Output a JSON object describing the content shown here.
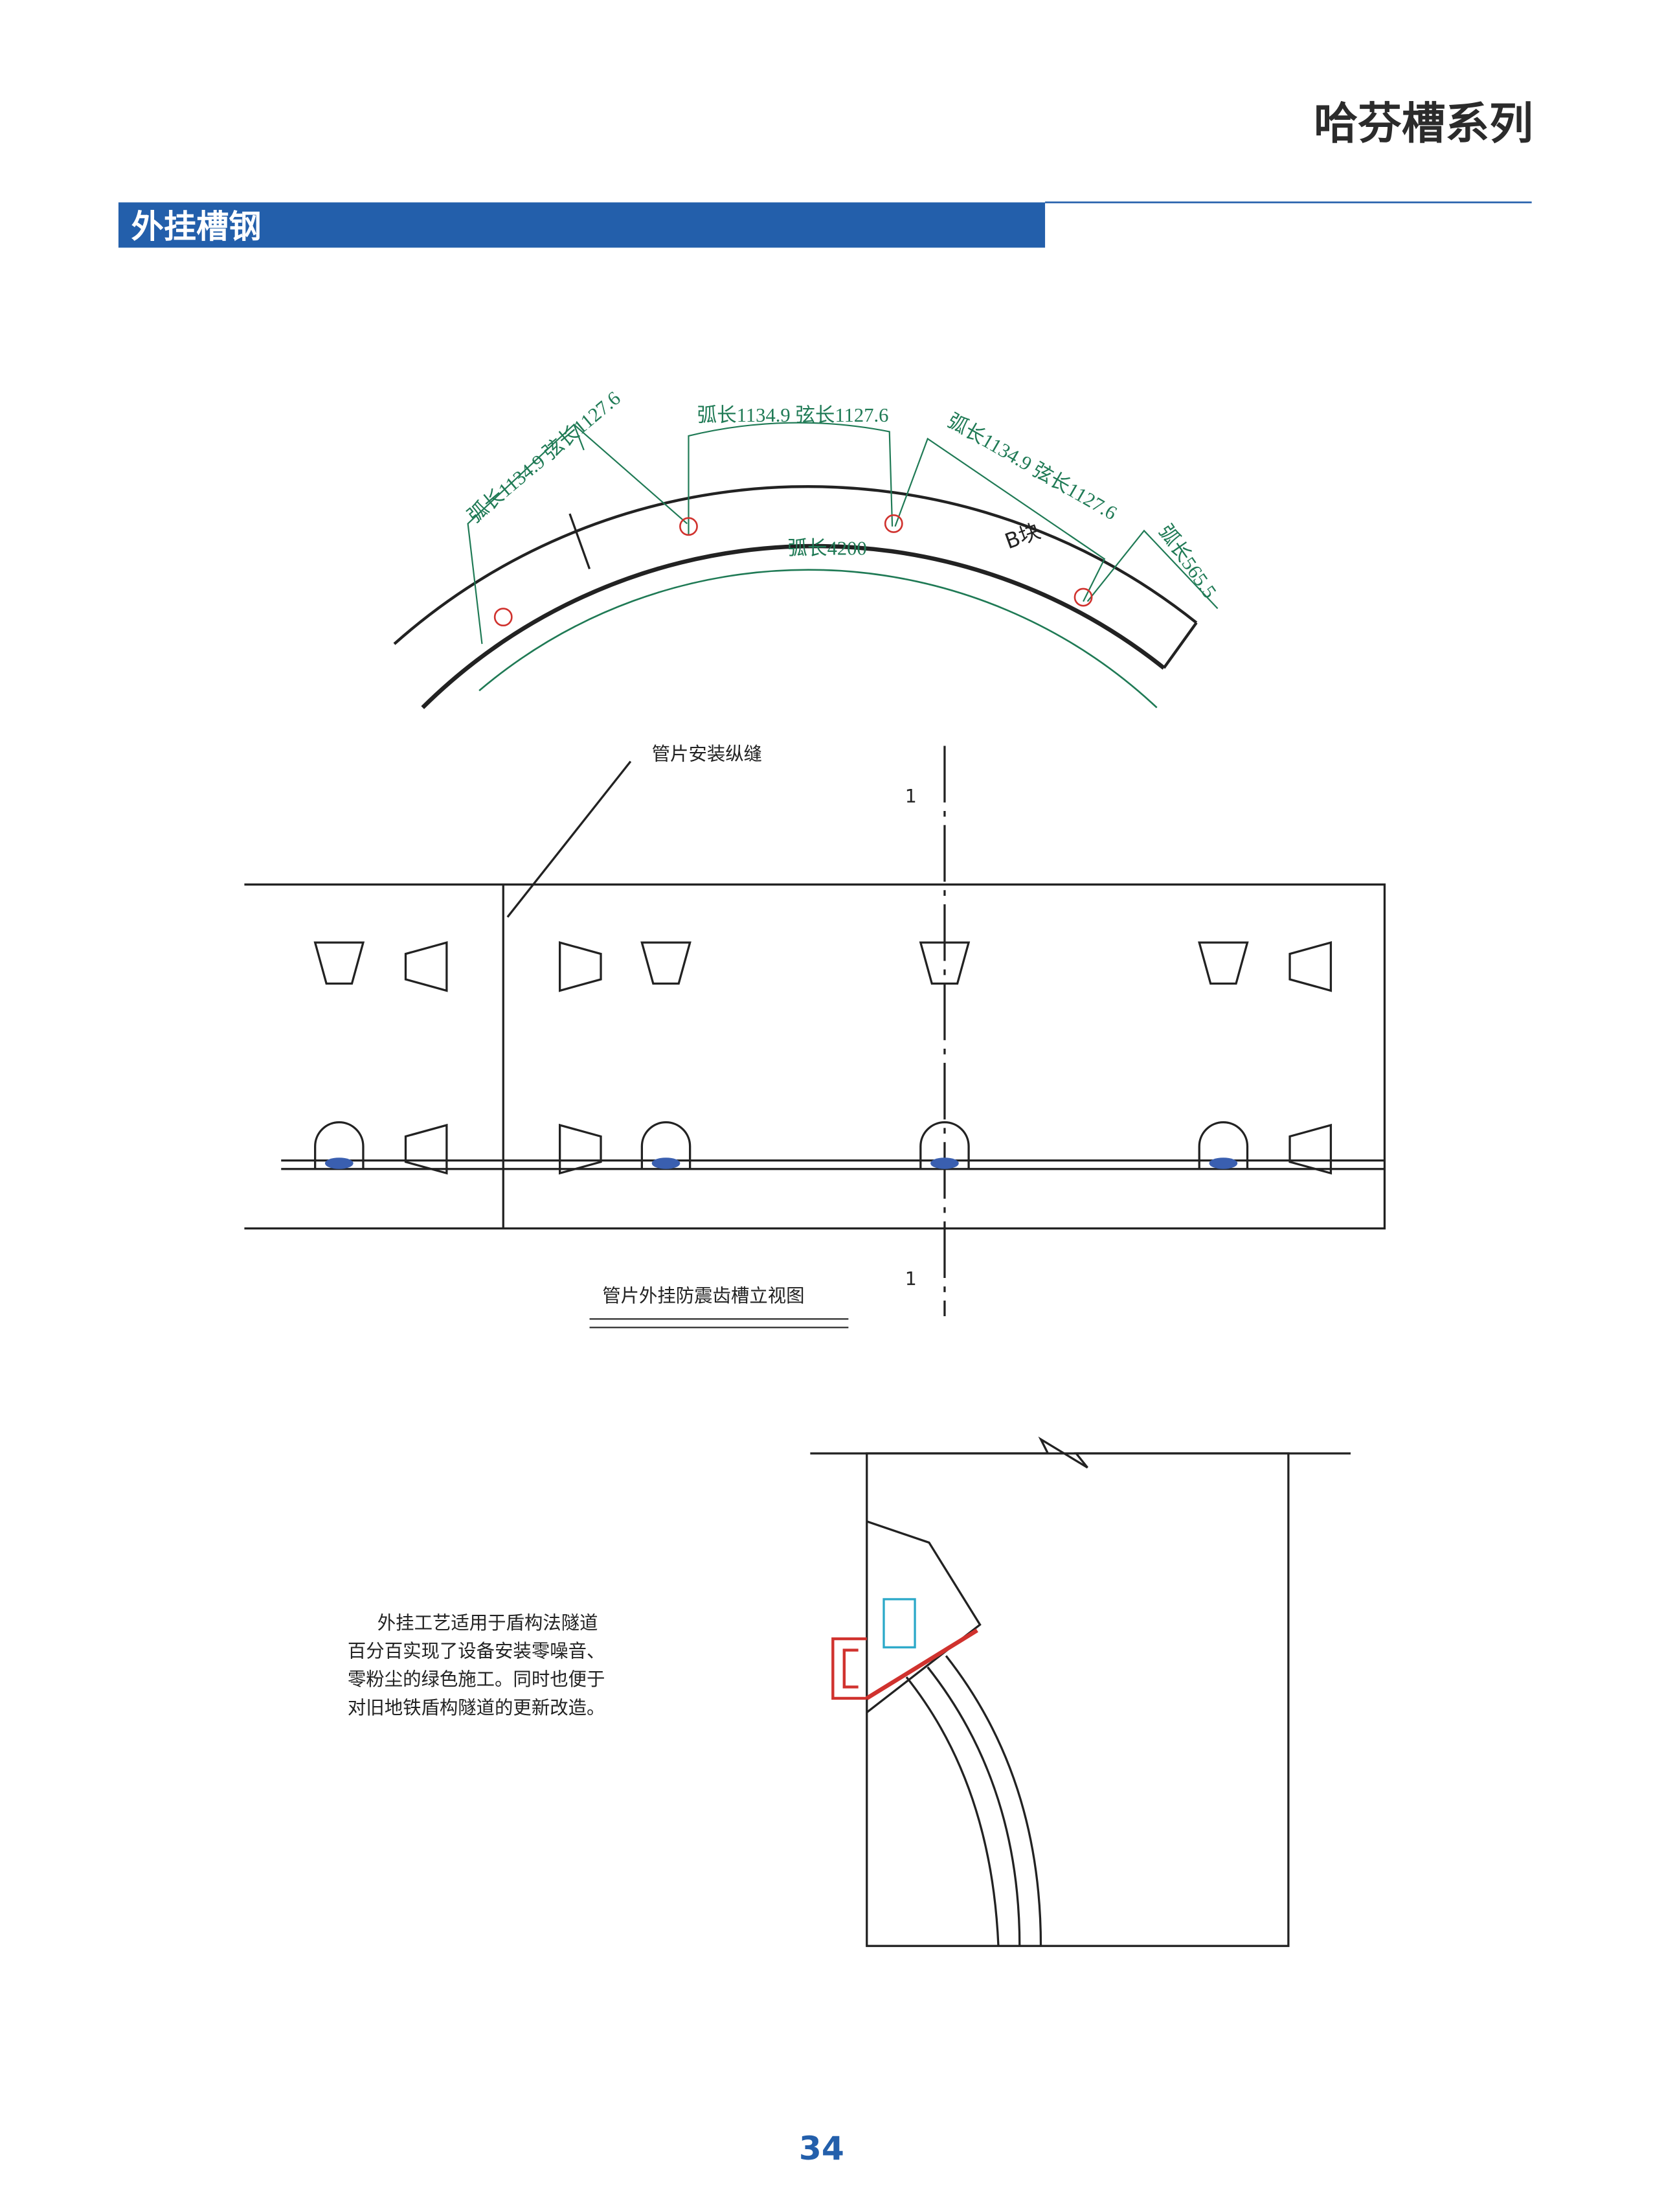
{
  "header": {
    "series_title": "哈芬槽系列"
  },
  "section": {
    "title": "外挂槽钢"
  },
  "colors": {
    "brand_blue": "#235fab",
    "dim_green": "#1f7a55",
    "anchor_red": "#d0322e",
    "text_dark": "#2b2b2b"
  },
  "arc_drawing": {
    "dim_left": "弧长1134.9  弦长1127.6",
    "dim_top": "弧长1134.9  弦长1127.6",
    "dim_right": "弧长1134.9  弦长1127.6",
    "dim_end": "弧长565.5",
    "dim_total": "弧长4200",
    "block_label": "B块"
  },
  "elevation": {
    "joint_label": "管片安装纵缝",
    "section_mark_top": "1",
    "section_mark_bottom": "1",
    "caption": "管片外挂防震齿槽立视图"
  },
  "description": {
    "lines": [
      "外挂工艺适用于盾构法隧道",
      "百分百实现了设备安装零噪音、",
      "零粉尘的绿色施工。同时也便于",
      "对旧地铁盾构隧道的更新改造。"
    ]
  },
  "footer": {
    "page_number": "34"
  }
}
